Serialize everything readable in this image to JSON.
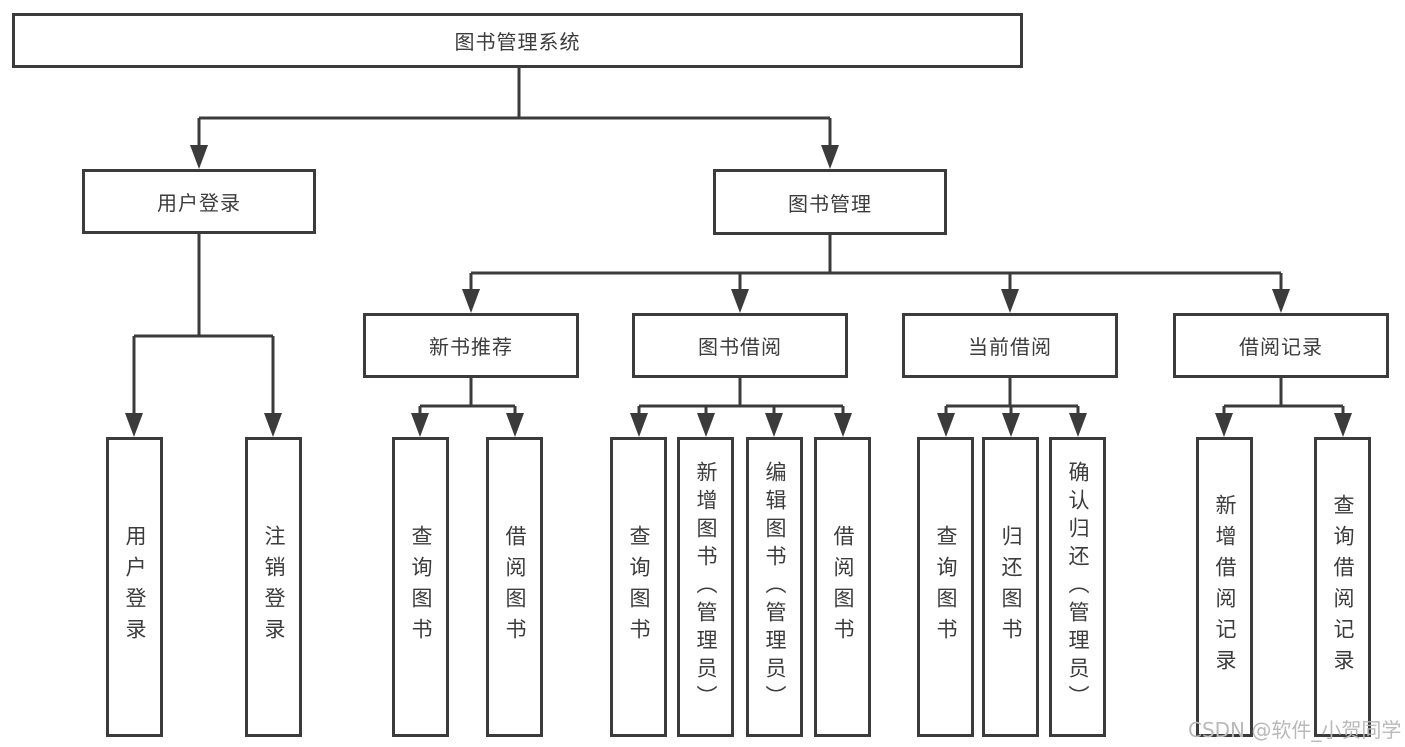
{
  "diagram": {
    "watermark": "CSDN @软件_小贺同学",
    "colors": {
      "line": "#3b3b3b",
      "text": "#3c3c3c",
      "background": "#ffffff",
      "watermark_text": "#b9b9b9"
    },
    "tree": {
      "label": "图书管理系统",
      "children": [
        {
          "label": "用户登录",
          "children": [
            {
              "label": "用户登录"
            },
            {
              "label": "注销登录"
            }
          ]
        },
        {
          "label": "图书管理",
          "children": [
            {
              "label": "新书推荐",
              "children": [
                {
                  "label": "查询图书"
                },
                {
                  "label": "借阅图书"
                }
              ]
            },
            {
              "label": "图书借阅",
              "children": [
                {
                  "label": "查询图书"
                },
                {
                  "label": "新增图书（管理员）"
                },
                {
                  "label": "编辑图书（管理员）"
                },
                {
                  "label": "借阅图书"
                }
              ]
            },
            {
              "label": "当前借阅",
              "children": [
                {
                  "label": "查询图书"
                },
                {
                  "label": "归还图书"
                },
                {
                  "label": "确认归还（管理员）"
                }
              ]
            },
            {
              "label": "借阅记录",
              "children": [
                {
                  "label": "新增借阅记录"
                },
                {
                  "label": "查询借阅记录"
                }
              ]
            }
          ]
        }
      ]
    }
  }
}
